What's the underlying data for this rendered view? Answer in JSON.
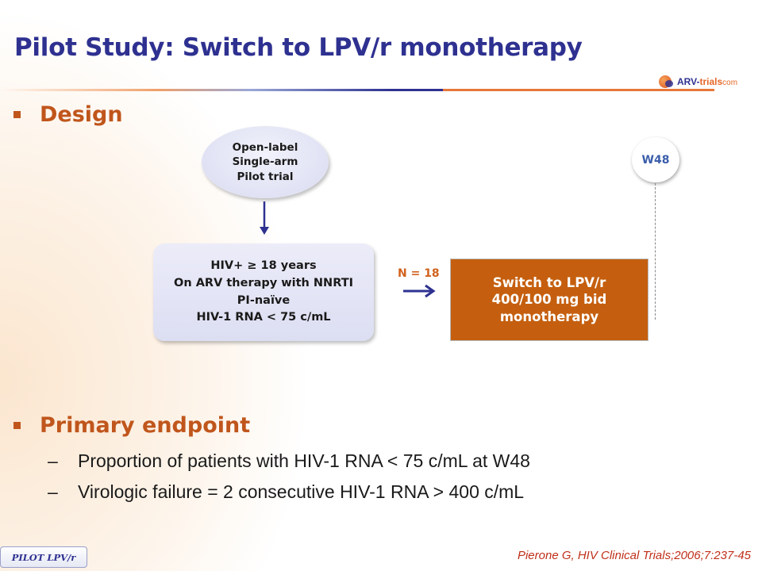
{
  "slide": {
    "title": "Pilot Study: Switch to LPV/r monotherapy",
    "logo": {
      "prefix": "ARV-",
      "highlight": "trials",
      "suffix": "com"
    },
    "sections": {
      "design": "Design",
      "primary_endpoint": "Primary endpoint"
    },
    "design_diagram": {
      "trial_type": [
        "Open-label",
        "Single-arm",
        "Pilot trial"
      ],
      "inclusion": [
        "HIV+ ≥ 18 years",
        "On ARV therapy with NNRTI",
        "PI-naïve",
        "HIV-1 RNA < 75 c/mL"
      ],
      "n_label": "N = 18",
      "treatment": [
        "Switch to LPV/r",
        "400/100 mg bid",
        "monotherapy"
      ],
      "timepoint": "W48"
    },
    "endpoints": [
      {
        "dash": "–",
        "text": "Proportion of patients with HIV-1 RNA < 75 c/mL at W48"
      },
      {
        "dash": "–",
        "text": "Virologic failure = 2 consecutive HIV-1 RNA > 400 c/mL"
      }
    ],
    "footer": {
      "tag": "PILOT LPV/r",
      "reference": "Pierone G, HIV Clinical Trials;2006;7:237-45"
    }
  },
  "colors": {
    "title": "#2e3190",
    "accent_orange": "#c0561c",
    "treatment_box": "#c55f0f",
    "reference": "#c0301a"
  }
}
